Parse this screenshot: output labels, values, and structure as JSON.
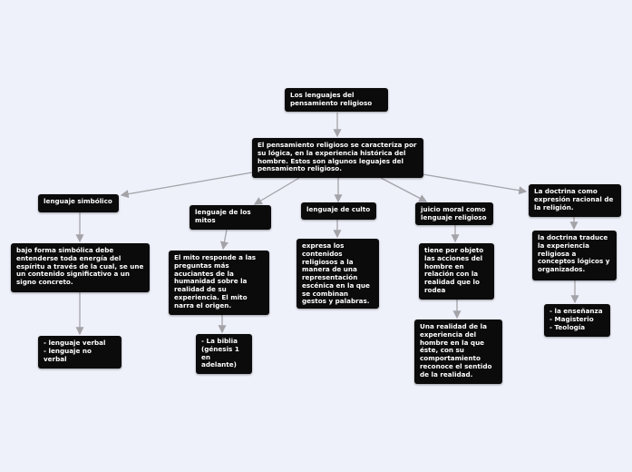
{
  "colors": {
    "background": "#eef0fa",
    "node": "#0b0b0b",
    "node_text": "#ffffff",
    "edge": "#a3a3a8"
  },
  "nodes": {
    "root": "Los lenguajes del pensamiento religioso",
    "main": "El pensamiento religioso se caracteriza por su lógica, en la experiencia histórica del hombre. Estos son algunos leguajes del pensamiento religioso.",
    "simbolico": "lenguaje simbólico",
    "simbolico_desc": "bajo forma simbólica debe entenderse toda energía del espíritu a través de la cual, se une un contenido significativo a un signo concreto.",
    "simbolico_tipos": "- lenguaje verbal\n- lenguaje no verbal",
    "mitos": "lenguaje de los mitos",
    "mitos_desc": "El mito responde a las preguntas más acuciantes de la humanidad sobre la realidad de su experiencia. El mito narra el origen.",
    "mitos_ejemplo": "- La biblia (génesis 1 en adelante)",
    "culto": "lenguaje de culto",
    "culto_desc": "expresa los contenidos religiosos a la manera de una representación escénica en la que se combinan gestos y palabras.",
    "juicio": "juicio moral como lenguaje religioso",
    "juicio_desc": "tiene por objeto las acciones del hombre en relación con la realidad que lo rodea",
    "juicio_realidad": "Una realidad de la experiencia del hombre en la que éste, con su comportamiento reconoce el sentido de la realidad.",
    "doctrina": "La doctrina como expresión racional de la religión.",
    "doctrina_desc": "la doctrina traduce la experiencia religiosa a conceptos lógicos y organizados.",
    "doctrina_areas": "- la enseñanza\n- Magisterio\n- Teología"
  }
}
